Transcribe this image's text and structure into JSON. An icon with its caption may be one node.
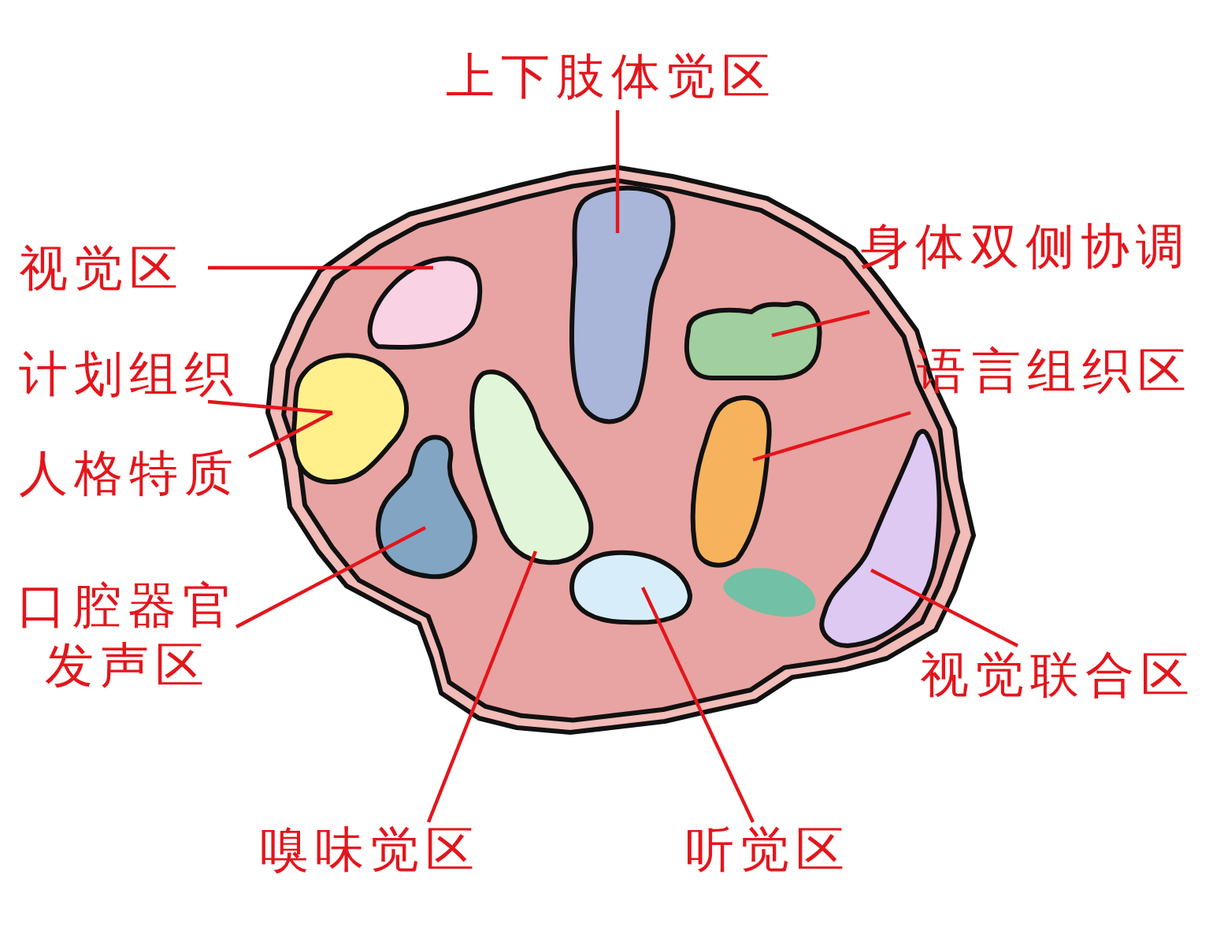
{
  "diagram": {
    "nodes": [
      {
        "text": [
          "上下肢体觉区"
        ]
      },
      {
        "text": [
          "视觉区"
        ]
      },
      {
        "text": [
          "身体双侧协调"
        ]
      },
      {
        "text": [
          "计划组织"
        ]
      },
      {
        "text": [
          "语言组织区"
        ]
      },
      {
        "text": [
          "人格特质"
        ]
      },
      {
        "text": [
          "口腔器官发声区"
        ]
      },
      {
        "text": [
          "嗅味觉区"
        ]
      },
      {
        "text": [
          "听觉区"
        ]
      },
      {
        "text": [
          "视觉联合区"
        ]
      },
      {
        "text": [],
        "shape": "blob"
      },
      {
        "text": [],
        "shape": "blob"
      },
      {
        "text": [],
        "shape": "blob"
      },
      {
        "text": [],
        "shape": "blob"
      },
      {
        "text": [],
        "shape": "blob"
      },
      {
        "text": [],
        "shape": "blob"
      },
      {
        "text": [],
        "shape": "blob"
      },
      {
        "text": [],
        "shape": "blob"
      },
      {
        "text": [],
        "shape": "blob"
      },
      {
        "text": [],
        "shape": "blob"
      }
    ],
    "edges": [
      {
        "from": 0,
        "to": 11,
        "arrow": "none"
      },
      {
        "from": 1,
        "to": 10,
        "arrow": "none"
      },
      {
        "from": 2,
        "to": 12,
        "arrow": "none"
      },
      {
        "from": 3,
        "to": 13,
        "arrow": "none"
      },
      {
        "from": 4,
        "to": 16,
        "arrow": "none"
      },
      {
        "from": 5,
        "to": 13,
        "arrow": "none"
      },
      {
        "from": 6,
        "to": 14,
        "arrow": "none"
      },
      {
        "from": 7,
        "to": 15,
        "arrow": "none"
      },
      {
        "from": 8,
        "to": 17,
        "arrow": "none"
      },
      {
        "from": 9,
        "to": 19,
        "arrow": "none"
      }
    ]
  }
}
